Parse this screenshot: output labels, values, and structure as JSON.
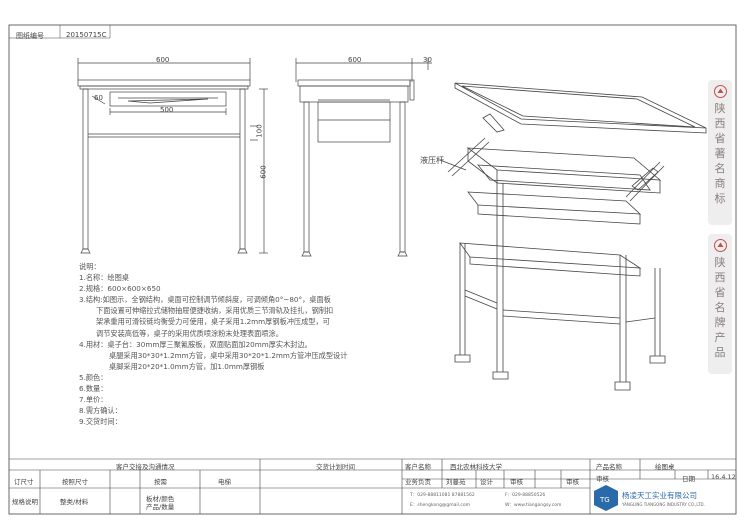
{
  "header": {
    "drawing_no_label": "图纸编号",
    "drawing_no_value": "20150715C"
  },
  "dimensions": {
    "front_width": "600",
    "front_drawer": "500",
    "front_small": "60",
    "front_side_a": "100",
    "front_height": "600",
    "side_depth": "600",
    "side_small": "30"
  },
  "callout": "液压杆",
  "notes": {
    "title": "说明：",
    "lines": [
      "1.名称：绘图桌",
      "2.规格：600×600×650",
      "3.结构:如图示，全钢结构，桌面可控制调节倾斜度，可调倾角0°~80°，桌面板",
      "下面设置可伸缩拉式储物抽屉便捷收纳，采用优质三节滑轨及挂扎，钢制扣",
      "架承重用可滑铰链均衡受力可使用，桌子采用1.2mm厚钢板冲压成型，可",
      "调节安装高低等，桌子的采用优质喷涂粉末处理表面喷涂。",
      "4.用材：桌子台：30mm厚三聚氰胺板，双面贴面加20mm厚实木封边。",
      "桌腿采用30*30*1.2mm方管，桌中采用30*20*1.2mm方管冲压成型设计",
      "桌脚采用20*20*1.0mm方管，加1.0mm厚钢板",
      "5.颜色：",
      "6.数量：",
      "7.单价：",
      "8.需方确认：",
      "9.交货时间："
    ]
  },
  "sidebar": {
    "top_chars": [
      "陕",
      "西",
      "省",
      "著",
      "名",
      "商",
      "标"
    ],
    "bottom_chars": [
      "陕",
      "西",
      "省",
      "名",
      "牌",
      "产",
      "品"
    ]
  },
  "title_block": {
    "customer_situation": "客户交接及沟通情况",
    "delivery_date": "交货计划时间",
    "customer_name_label": "客户名称",
    "customer_name_value": "西北农林科技大学",
    "product_name_label": "产品名称",
    "product_name_value": "绘图桌",
    "row1_a": "订尺寸",
    "row1_b": "按照尺寸",
    "row1_c": "按需",
    "row1_d": "电梯",
    "row2_a": "规格说明",
    "row2_b": "整类/材料",
    "row2_c": "板材/颜色",
    "row2_c2": "产品/数量",
    "staff_sales": "业务负责",
    "staff_sales_name": "刘蔓苑",
    "staff_design": "设计",
    "staff_check": "审核",
    "staff_approve": "审核",
    "date_label": "日期",
    "date_value": "16.4.12",
    "audit_label": "审核",
    "address_line": "T：029-88811081  87881562",
    "contact_line": "E：shengkong@gmail.com",
    "fax_line": "F：029-88850526",
    "web_line": "W：www.tiangongsy.com",
    "company_name": "杨凌天工实业有限公司",
    "company_sub": "YANGLING TIANGONG INDUSTRY CO.,LTD."
  },
  "colors": {
    "line": "#444444",
    "sidebar_bg": "#eeeeee",
    "emblem_red": "#c0504d",
    "logo_blue": "#2a6aa8"
  }
}
